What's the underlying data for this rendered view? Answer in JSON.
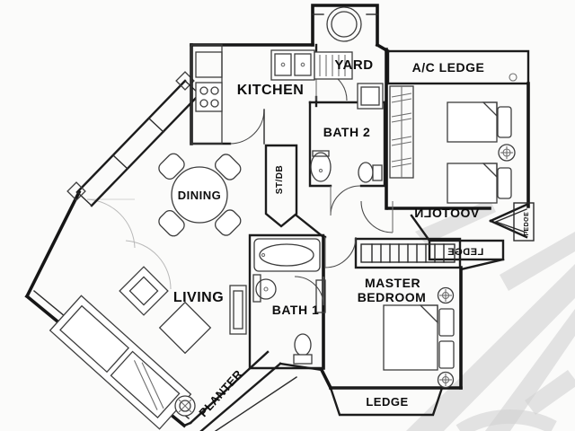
{
  "document": {
    "type": "apartment-floor-plan",
    "style": "black line drawing on white with light gray watermark"
  },
  "labels": {
    "kitchen": "KITCHEN",
    "yard": "YARD",
    "ac_ledge": "A/C LEDGE",
    "bath2": "BATH 2",
    "st_db": "ST/DB",
    "dining": "DINING",
    "living": "LIVING",
    "bath1": "BATH 1",
    "master_line1": "MASTER",
    "master_line2": "BEDROOM",
    "planter": "PLANTER",
    "ledge_bottom": "LEDGE",
    "ledge_right_mirrored": "LEDGE",
    "ledge_side_vertical_mirrored": "LEDGE",
    "garbled_mirrored": "VOOTOLN"
  },
  "colors": {
    "wall": "#161616",
    "fixture": "#3d3d3d",
    "watermark": "#d2d2d2",
    "background": "#fbfbfa",
    "label": "#0d0d0d"
  }
}
